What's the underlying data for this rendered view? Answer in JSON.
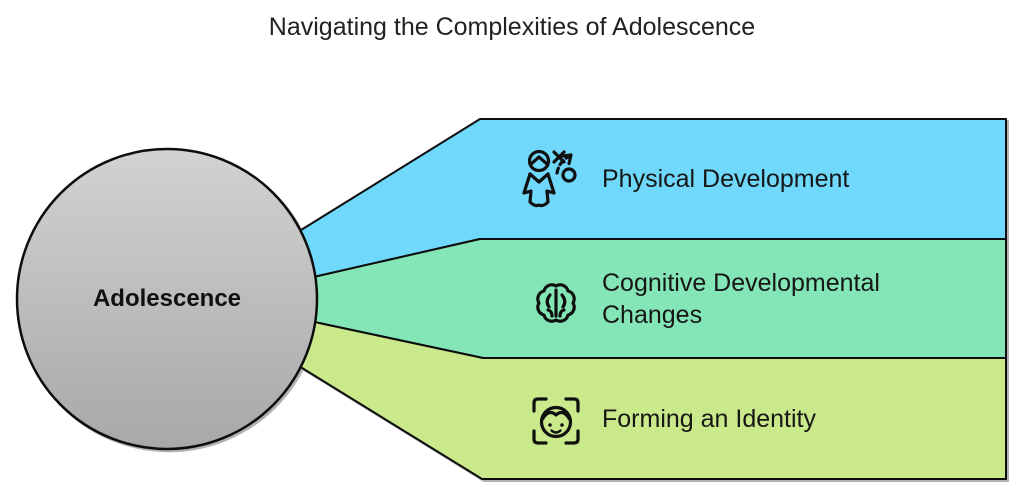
{
  "title": {
    "text": "Navigating the Complexities of Adolescence"
  },
  "center": {
    "label": "Adolescence"
  },
  "branches": [
    {
      "label": "Physical Development",
      "icon": "person-growth-strategy-icon",
      "fill": "#6fd8fb"
    },
    {
      "label": "Cognitive Developmental Changes",
      "icon": "brain-icon",
      "fill": "#84e6b6"
    },
    {
      "label": "Forming an Identity",
      "icon": "face-scan-icon",
      "fill": "#c9e98a"
    }
  ],
  "colors": {
    "outline": "#0d0d0d",
    "circle_top": "#d2d2d2",
    "circle_bottom": "#a8a8a8",
    "background": "#ffffff",
    "text": "#1a1a1a"
  }
}
